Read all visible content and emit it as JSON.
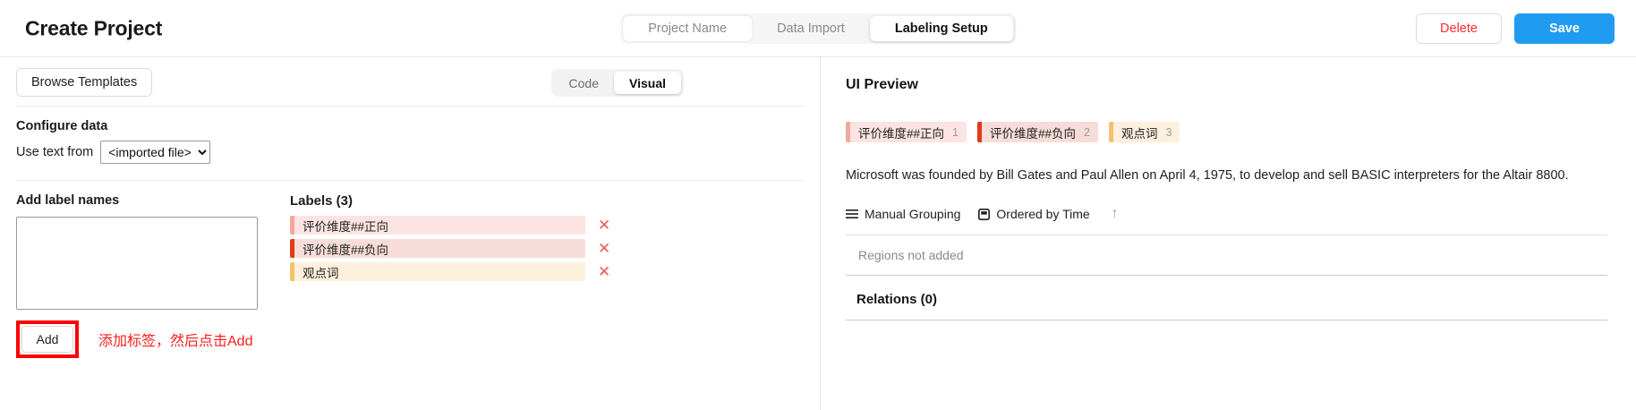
{
  "header": {
    "title": "Create Project",
    "tabs": [
      {
        "label": "Project Name",
        "state": "white"
      },
      {
        "label": "Data Import",
        "state": "muted"
      },
      {
        "label": "Labeling Setup",
        "state": "active"
      }
    ],
    "delete_label": "Delete",
    "save_label": "Save",
    "delete_color": "#ff2d2d",
    "save_color": "#1f9cf0"
  },
  "left": {
    "browse_templates_label": "Browse Templates",
    "editor_modes": [
      {
        "label": "Code",
        "active": false
      },
      {
        "label": "Visual",
        "active": true
      }
    ],
    "configure_data_title": "Configure data",
    "use_text_from_label": "Use text from",
    "source_select_value": "<imported file>",
    "source_select_options": [
      "<imported file>"
    ],
    "add_label_names_title": "Add label names",
    "label_input_value": "",
    "label_input_placeholder": "",
    "add_button_label": "Add",
    "add_annotation_note": "添加标签，然后点击Add",
    "annotation_color": "#ff1e1e",
    "labels_header": "Labels (3)",
    "labels": [
      {
        "name": "评价维度##正向",
        "bg": "#fbe4e1",
        "border": "#f4a79b",
        "delete_icon": "close-icon"
      },
      {
        "name": "评价维度##负向",
        "bg": "#f7ddd9",
        "border": "#e03a1a",
        "delete_icon": "close-icon"
      },
      {
        "name": "观点词",
        "bg": "#fdf0dd",
        "border": "#f5c26b",
        "delete_icon": "close-icon"
      }
    ]
  },
  "right": {
    "preview_title": "UI Preview",
    "chips": [
      {
        "name": "评价维度##正向",
        "hotkey": "1",
        "bg": "#fbe4e1",
        "border": "#f4a79b"
      },
      {
        "name": "评价维度##负向",
        "hotkey": "2",
        "bg": "#f7ddd9",
        "border": "#e03a1a"
      },
      {
        "name": "观点词",
        "hotkey": "3",
        "bg": "#fdf0dd",
        "border": "#f5c26b"
      }
    ],
    "sample_text": "Microsoft was founded by Bill Gates and Paul Allen on April 4, 1975, to develop and sell BASIC interpreters for the Altair 8800.",
    "tools": [
      {
        "label": "Manual Grouping",
        "icon": "list-lines-icon"
      },
      {
        "label": "Ordered by Time",
        "icon": "rectangle-icon"
      }
    ],
    "sort_arrow_icon": "arrow-up-icon",
    "regions_empty_text": "Regions not added",
    "relations_header": "Relations (0)"
  }
}
